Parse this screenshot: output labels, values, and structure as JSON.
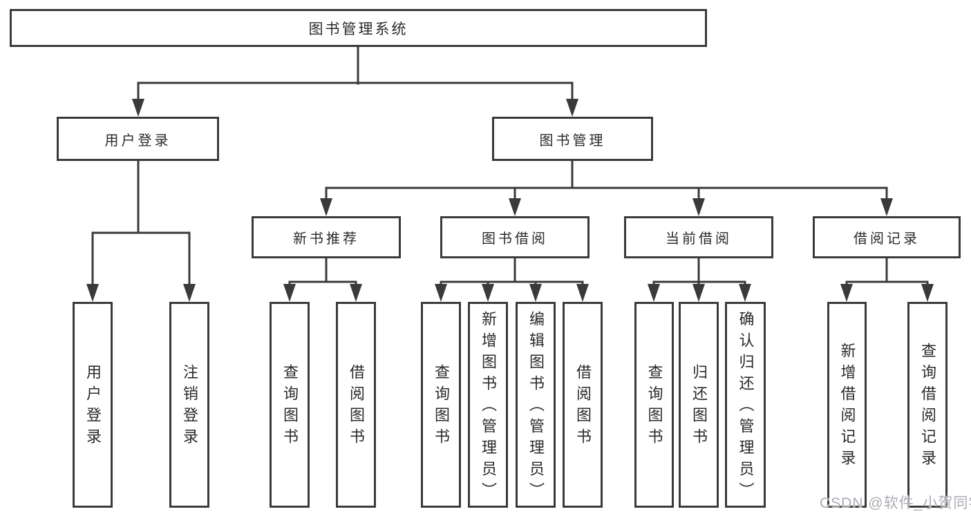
{
  "colors": {
    "line": "#3a3a3c",
    "box_border": "#3a3a3c",
    "text": "#2a2a2e",
    "background": "#ffffff",
    "watermark": "#a9acb3"
  },
  "tree": {
    "label": "图书管理系统",
    "children": [
      {
        "label": "用户登录",
        "children": [
          {
            "label": "用户登录"
          },
          {
            "label": "注销登录"
          }
        ]
      },
      {
        "label": "图书管理",
        "children": [
          {
            "label": "新书推荐",
            "children": [
              {
                "label": "查询图书"
              },
              {
                "label": "借阅图书"
              }
            ]
          },
          {
            "label": "图书借阅",
            "children": [
              {
                "label": "查询图书"
              },
              {
                "label": "新增图书（管理员）"
              },
              {
                "label": "编辑图书（管理员）"
              },
              {
                "label": "借阅图书"
              }
            ]
          },
          {
            "label": "当前借阅",
            "children": [
              {
                "label": "查询图书"
              },
              {
                "label": "归还图书"
              },
              {
                "label": "确认归还（管理员）"
              }
            ]
          },
          {
            "label": "借阅记录",
            "children": [
              {
                "label": "新增借阅记录"
              },
              {
                "label": "查询借阅记录"
              }
            ]
          }
        ]
      }
    ]
  },
  "watermark": {
    "text": "CSDN @软件_小贺同学"
  }
}
